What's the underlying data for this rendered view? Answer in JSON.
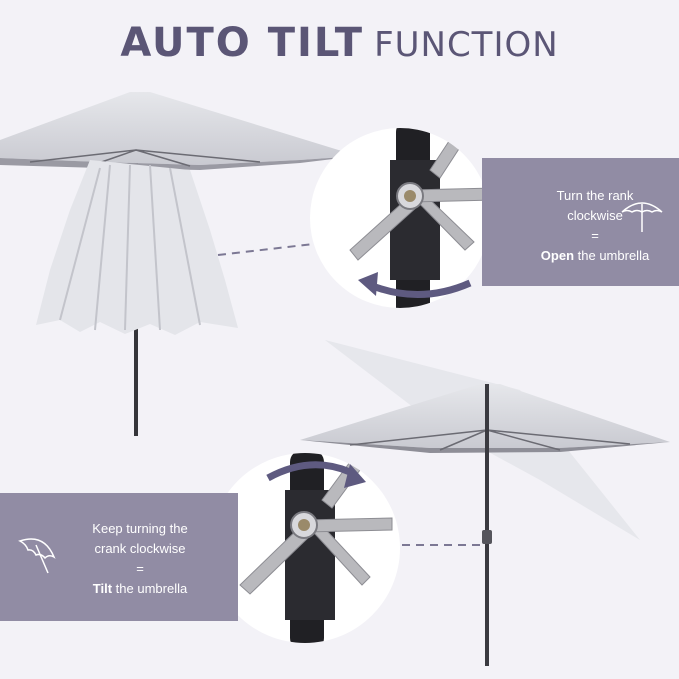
{
  "heading": {
    "bold": "AUTO TILT",
    "light": "FUNCTION"
  },
  "step_open": {
    "line1": "Turn the rank",
    "line2": "clockwise",
    "equals": "=",
    "emphasis": "Open",
    "rest": " the umbrella",
    "icon": "open-umbrella-icon"
  },
  "step_tilt": {
    "line1": "Keep turning the",
    "line2": "crank clockwise",
    "equals": "=",
    "emphasis": "Tilt",
    "rest": " the umbrella",
    "icon": "tilted-umbrella-icon"
  },
  "colors": {
    "heading": "#5b5676",
    "panel": "#918ca4",
    "arrow": "#5e5a80",
    "canopy": "#dcdde2",
    "pole": "#2a2a2e"
  }
}
